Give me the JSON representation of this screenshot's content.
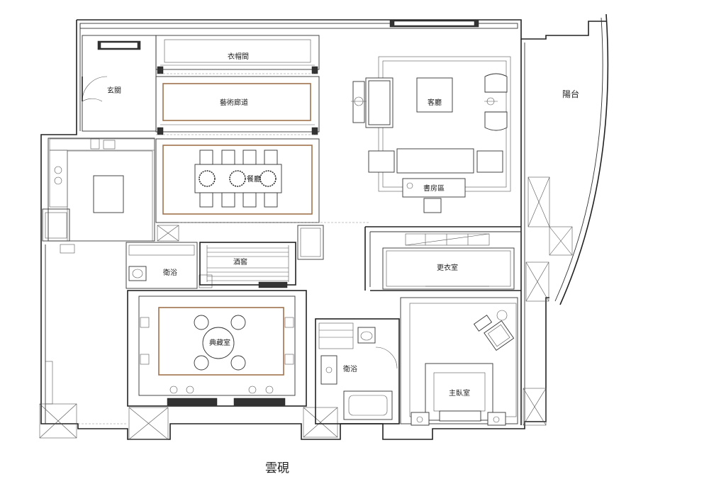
{
  "rooms": {
    "cloakroom": "衣帽間",
    "entrance": "玄關",
    "art_corridor": "藝術廊道",
    "dining": "餐廳",
    "living": "客廳",
    "study": "書房區",
    "balcony": "陽台",
    "bath1": "衛浴",
    "wine": "酒窖",
    "closet": "更衣室",
    "collection": "典藏室",
    "bath2": "衛浴",
    "master": "主臥室"
  },
  "caption": "雲硯",
  "colors": {
    "line": "#222222",
    "accent": "#a0734d"
  }
}
